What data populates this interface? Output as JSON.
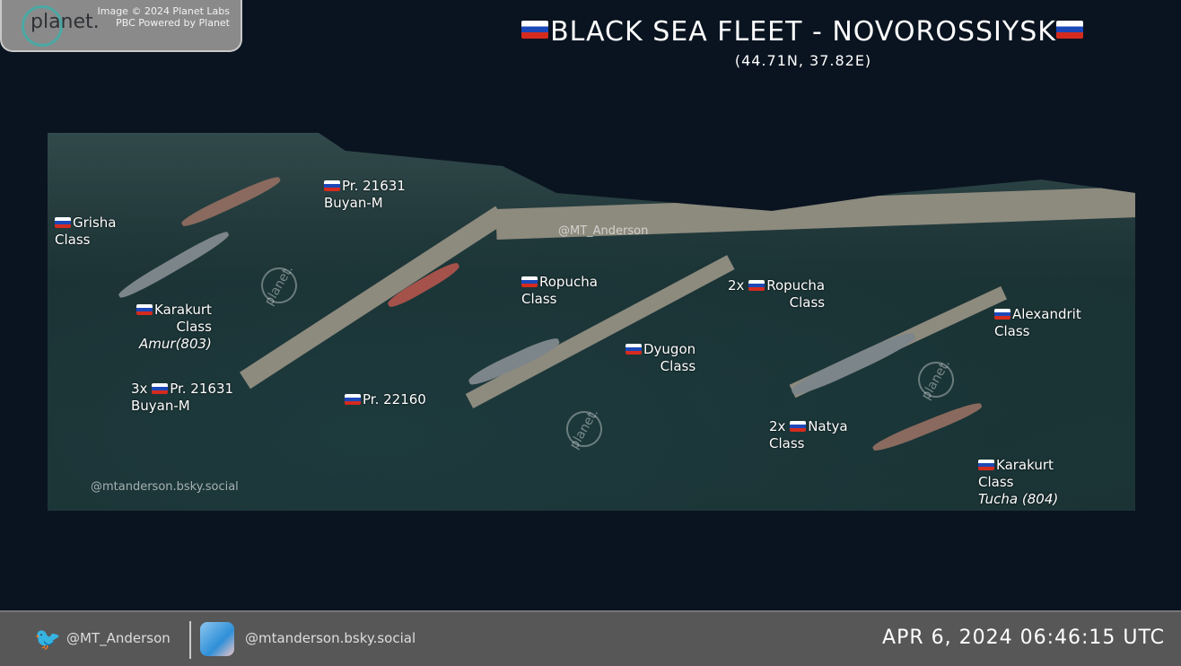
{
  "credit": {
    "logo": "planet.",
    "text": "Image © 2024 Planet Labs PBC Powered by Planet"
  },
  "header": {
    "title": "BLACK SEA FLEET - NOVOROSSIYSK",
    "coords": "(44.71N, 37.82E)"
  },
  "labels": {
    "grisha": [
      "Grisha",
      "Class"
    ],
    "buyan_top": [
      "Pr. 21631",
      "Buyan-M"
    ],
    "karakurt1": [
      "Karakurt",
      "Class",
      "Amur(803)"
    ],
    "buyan3": [
      "3x",
      "Pr. 21631",
      "Buyan-M"
    ],
    "pr22160": "Pr. 22160",
    "ropucha": [
      "Ropucha",
      "Class"
    ],
    "ropucha2": [
      "2x",
      "Ropucha",
      "Class"
    ],
    "dyugon": [
      "Dyugon",
      "Class"
    ],
    "alexandrit": [
      "Alexandrit",
      "Class"
    ],
    "natya": [
      "2x",
      "Natya",
      "Class"
    ],
    "karakurt2": [
      "Karakurt",
      "Class",
      "Tucha (804)"
    ]
  },
  "watermarks": {
    "image_handle": "@MT_Anderson",
    "image_bsky": "@mtanderson.bsky.social",
    "planet": "planet."
  },
  "footer": {
    "twitter": "@MT_Anderson",
    "bsky": "@mtanderson.bsky.social",
    "date": "APR 6, 2024 06:46:15 UTC"
  },
  "colors": {
    "background": "#0a1420",
    "footer": "#575757",
    "twitter": "#49a3e6"
  }
}
